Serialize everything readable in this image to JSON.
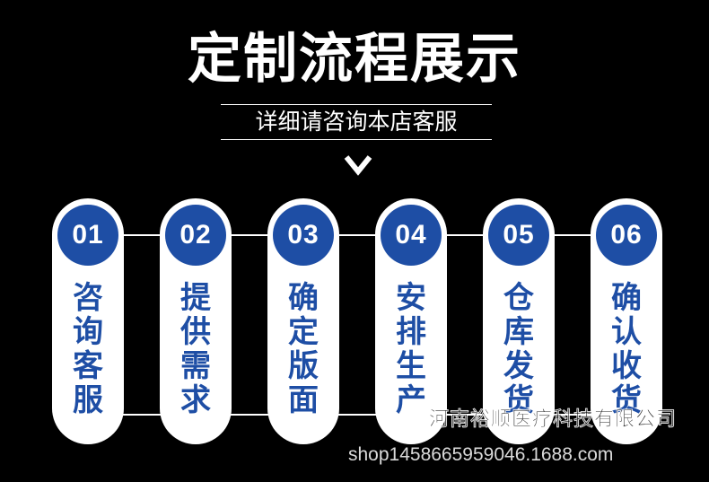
{
  "header": {
    "title": "定制流程展示",
    "subtitle": "详细请咨询本店客服"
  },
  "colors": {
    "background": "#000000",
    "accent_blue": "#1e4ea5",
    "card": "#ffffff"
  },
  "steps": [
    {
      "number": "01",
      "chars": [
        "咨",
        "询",
        "客",
        "服"
      ]
    },
    {
      "number": "02",
      "chars": [
        "提",
        "供",
        "需",
        "求"
      ]
    },
    {
      "number": "03",
      "chars": [
        "确",
        "定",
        "版",
        "面"
      ]
    },
    {
      "number": "04",
      "chars": [
        "安",
        "排",
        "生",
        "产"
      ]
    },
    {
      "number": "05",
      "chars": [
        "仓",
        "库",
        "发",
        "货"
      ]
    },
    {
      "number": "06",
      "chars": [
        "确",
        "认",
        "收",
        "货"
      ]
    }
  ],
  "watermark": {
    "company": "河南裕顺医疗科技有限公司",
    "shop": "shop1458665959046.1688.com"
  }
}
